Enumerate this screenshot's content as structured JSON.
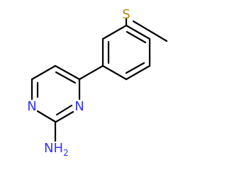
{
  "structure": {
    "atoms": {
      "ring_n1": {
        "symbol": "N",
        "color": "#3333ff"
      },
      "ring_n2": {
        "symbol": "N",
        "color": "#3333ff"
      },
      "amine": {
        "symbol": "N",
        "hydrogen": "H",
        "count": "2",
        "color": "#3333ff"
      },
      "sulfur": {
        "symbol": "S",
        "color": "#b8860b"
      }
    },
    "bond_color": "#000000"
  }
}
